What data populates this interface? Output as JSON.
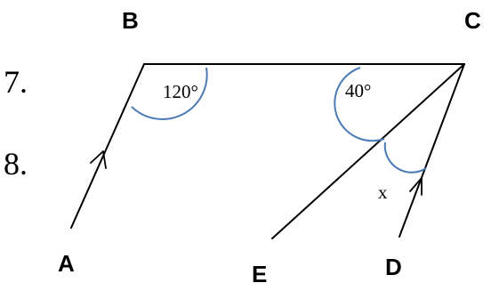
{
  "question_numbers": [
    "7.",
    "8."
  ],
  "vertices": {
    "A": "A",
    "B": "B",
    "C": "C",
    "D": "D",
    "E": "E"
  },
  "angles": {
    "at_b": "120°",
    "at_c": "40°",
    "unknown": "x"
  },
  "colors": {
    "lines": "#000000",
    "angle_arcs": "#4a7ab5"
  }
}
